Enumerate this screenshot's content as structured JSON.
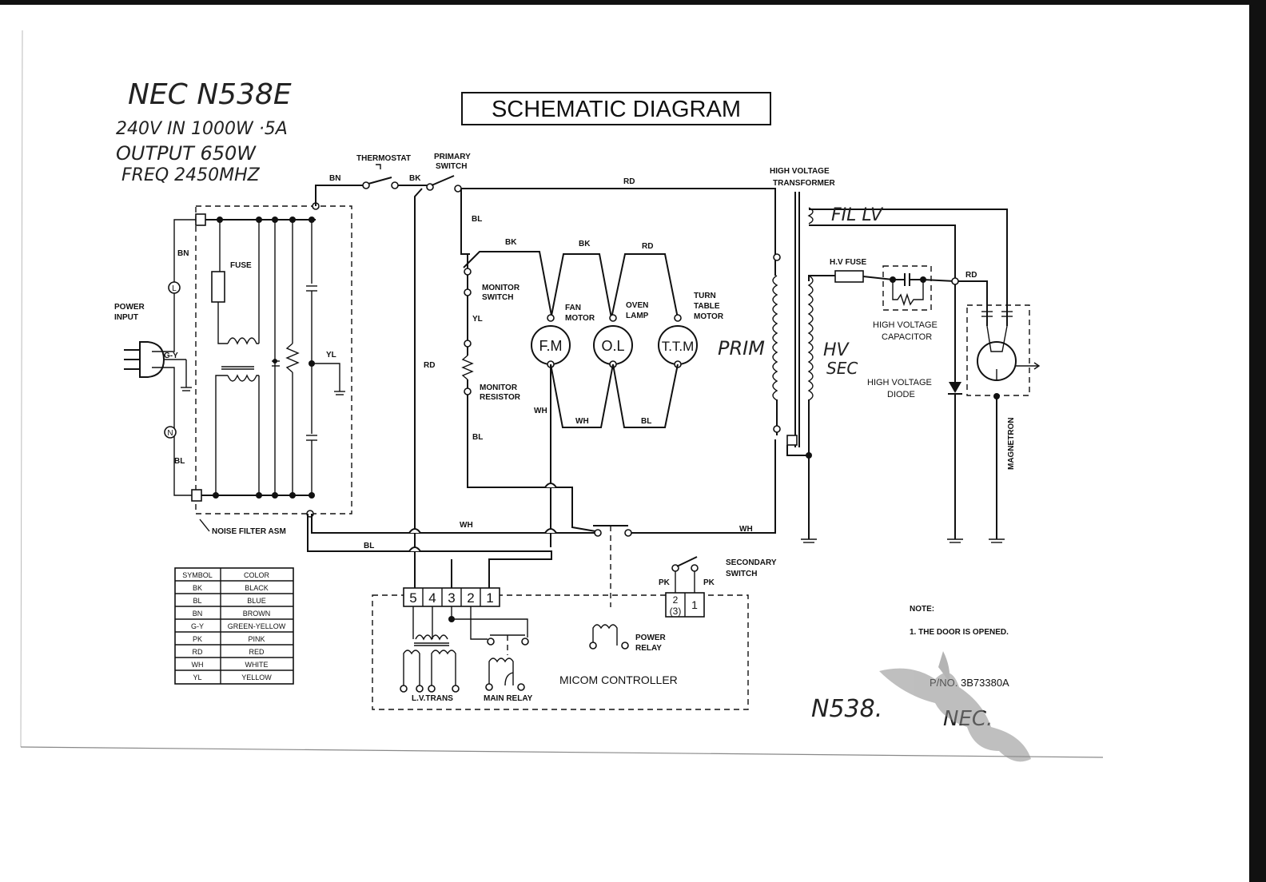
{
  "handwritten": {
    "model": "NEC  N538E",
    "line1": "240V IN 1000W ·5A",
    "line2": "OUTPUT 650W",
    "line3": "FREQ 2450MHZ",
    "fil": "FIL LV",
    "prim": "PRIM",
    "hv": "HV",
    "sec": "SEC",
    "bottom_model": "N538.",
    "bottom_nec": "NEC."
  },
  "title": "SCHEMATIC DIAGRAM",
  "components": {
    "thermostat": "THERMOSTAT",
    "primary_switch_1": "PRIMARY",
    "primary_switch_2": "SWITCH",
    "hv_transformer_1": "HIGH VOLTAGE",
    "hv_transformer_2": "TRANSFORMER",
    "power_input_1": "POWER",
    "power_input_2": "INPUT",
    "fuse": "FUSE",
    "noise_filter": "NOISE FILTER ASM",
    "monitor_switch_1": "MONITOR",
    "monitor_switch_2": "SWITCH",
    "monitor_resistor_1": "MONITOR",
    "monitor_resistor_2": "RESISTOR",
    "fan_motor_1": "FAN",
    "fan_motor_2": "MOTOR",
    "oven_lamp_1": "OVEN",
    "oven_lamp_2": "LAMP",
    "turntable_1": "TURN",
    "turntable_2": "TABLE",
    "turntable_3": "MOTOR",
    "fm": "F.M",
    "ol": "O.L",
    "ttm": "T.T.M",
    "hv_fuse": "H.V FUSE",
    "hv_capacitor_1": "HIGH VOLTAGE",
    "hv_capacitor_2": "CAPACITOR",
    "hv_diode_1": "HIGH VOLTAGE",
    "hv_diode_2": "DIODE",
    "magnetron": "MAGNETRON",
    "secondary_switch_1": "SECONDARY",
    "secondary_switch_2": "SWITCH",
    "power_relay_1": "POWER",
    "power_relay_2": "RELAY",
    "lv_trans": "L.V.TRANS",
    "main_relay": "MAIN RELAY",
    "micom": "MICOM CONTROLLER",
    "connector_pins": [
      "5",
      "4",
      "3",
      "2",
      "1"
    ],
    "sec_switch_pin_a": "2",
    "sec_switch_pin_b": "(3)",
    "sec_switch_pin_c": "1",
    "terminal_l": "L",
    "terminal_n": "N"
  },
  "wires": {
    "bn": "BN",
    "bk": "BK",
    "rd": "RD",
    "bl": "BL",
    "yl": "YL",
    "wh": "WH",
    "gy": "G-Y",
    "pk": "PK"
  },
  "legend": {
    "headers": [
      "SYMBOL",
      "COLOR"
    ],
    "rows": [
      [
        "BK",
        "BLACK"
      ],
      [
        "BL",
        "BLUE"
      ],
      [
        "BN",
        "BROWN"
      ],
      [
        "G-Y",
        "GREEN-YELLOW"
      ],
      [
        "PK",
        "PINK"
      ],
      [
        "RD",
        "RED"
      ],
      [
        "WH",
        "WHITE"
      ],
      [
        "YL",
        "YELLOW"
      ]
    ]
  },
  "note": {
    "heading": "NOTE:",
    "text": "1. THE DOOR IS OPENED."
  },
  "part_no": "P/NO. 3B73380A"
}
